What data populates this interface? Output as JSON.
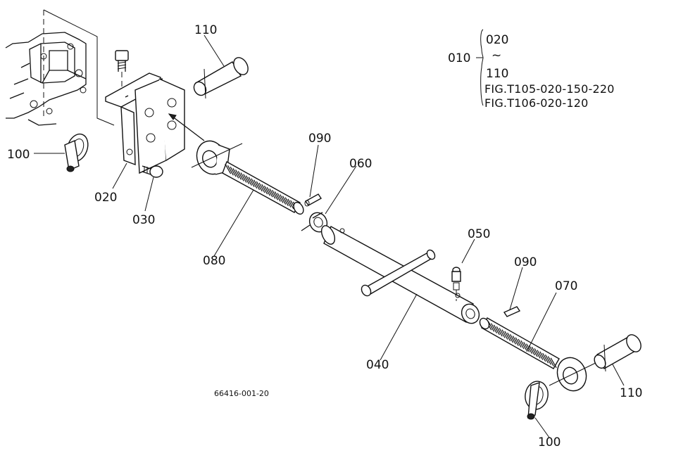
{
  "diagram": {
    "drawing_number": "66416-001-20",
    "assembly": {
      "label": "010",
      "range_start": "020",
      "range_sep": "~",
      "range_end": "110",
      "refs": [
        "FIG.T105-020-150-220",
        "FIG.T106-020-120"
      ]
    },
    "callouts": {
      "c100_left": "100",
      "c110_top": "110",
      "c020": "020",
      "c030": "030",
      "c090_top": "090",
      "c060": "060",
      "c080": "080",
      "c050": "050",
      "c090_right": "090",
      "c070": "070",
      "c040": "040",
      "c110_right": "110",
      "c100_bottom": "100"
    }
  }
}
